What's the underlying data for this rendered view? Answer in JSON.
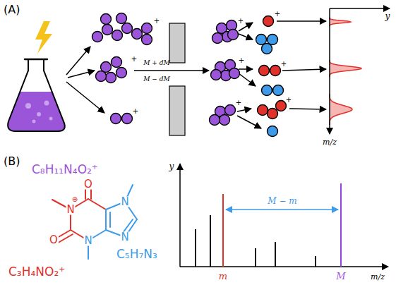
{
  "diagram": {
    "labels": [
      "(A)",
      "+",
      "+",
      "+",
      "M + dM",
      "M − dM",
      "+",
      "+",
      "+",
      "+",
      "+",
      "+",
      "y",
      "m/z",
      "(B)",
      "C₈H₁₁N₄O₂⁺",
      "O",
      "N",
      "⊕",
      "O",
      "N",
      "N",
      "N",
      "C₃H₄NO₂⁺",
      "C₅H₇N₃",
      "y",
      "m",
      "M − m",
      "M",
      "m/z"
    ]
  }
}
